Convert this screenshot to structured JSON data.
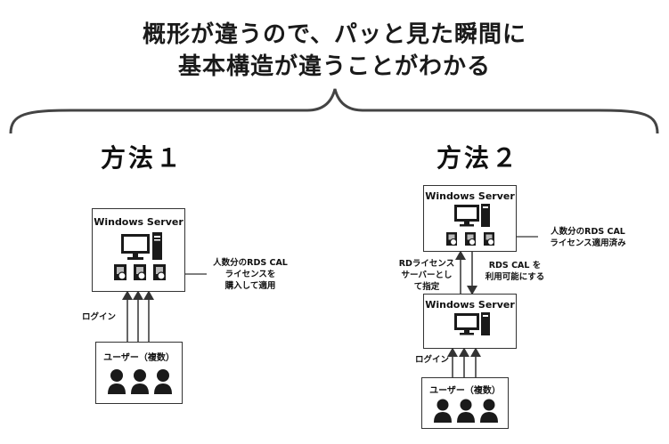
{
  "header": {
    "line1": "概形が違うので、パッと見た瞬間に",
    "line2": "基本構造が違うことがわかる"
  },
  "method1": {
    "title": "方法１",
    "server_title": "Windows Server",
    "annotation_lines": [
      "人数分のRDS CAL",
      "ライセンスを",
      "購入して適用"
    ],
    "login_label": "ログイン",
    "users_title": "ユーザー（複数）"
  },
  "method2": {
    "title": "方法２",
    "top_server_title": "Windows Server",
    "annotation_lines": [
      "人数分のRDS CAL",
      "ライセンス適用済み"
    ],
    "left_arrow_label_lines": [
      "RDライセンス",
      "サーバーとし",
      "て指定"
    ],
    "right_arrow_label_lines": [
      "RDS CAL を",
      "利用可能にする"
    ],
    "bottom_server_title": "Windows Server",
    "login_label": "ログイン",
    "users_title": "ユーザー（複数）"
  },
  "colors": {
    "stroke": "#333333",
    "icon": "#1a1a1a",
    "text": "#111111"
  },
  "icons": [
    "monitor-icon",
    "tower-pc-icon",
    "license-icon",
    "user-icon"
  ]
}
